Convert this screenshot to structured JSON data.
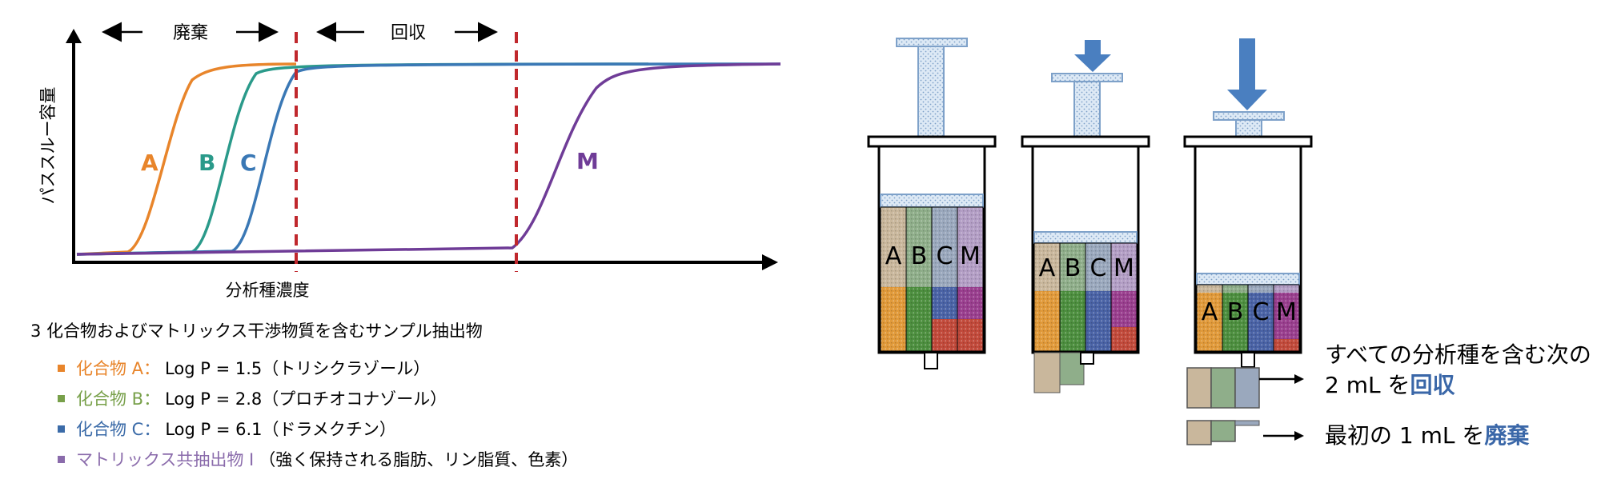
{
  "chart": {
    "ylabel": "パススルー容量",
    "xlabel": "分析種濃度",
    "region_discard": "廃棄",
    "region_recover": "回収",
    "arrow_left": "←",
    "arrow_right": "→",
    "curve_labels": {
      "a": "A",
      "b": "B",
      "c": "C",
      "m": "M"
    },
    "colors": {
      "a": "#e8852b",
      "b": "#2a9a8a",
      "c": "#3a78b5",
      "m": "#6f3c97",
      "cut": "#c0282d"
    }
  },
  "caption": "3 化合物およびマトリックス干渉物質を含むサンプル抽出物",
  "legend": [
    {
      "color": "#e8852b",
      "name": "化合物 A：",
      "detail": "Log P = 1.5（トリシクラゾール）"
    },
    {
      "color": "#78a04a",
      "name": "化合物 B：",
      "detail": "Log P = 2.8（プロチオコナゾール）"
    },
    {
      "color": "#3b6ba8",
      "name": "化合物 C：",
      "detail": "Log P = 6.1（ドラメクチン）"
    },
    {
      "color": "#8a6bab",
      "name": "マトリックス共抽出物 I",
      "detail": "（強く保持される脂肪、リン脂質、色素）"
    }
  ],
  "syringe_labels": [
    "A",
    "B",
    "C",
    "M"
  ],
  "output": {
    "recover_line1": "すべての分析種を含む次の",
    "recover_line2_pre": "2 mL を",
    "recover_line2_bold": "回収",
    "discard_pre": "最初の 1 mL を",
    "discard_bold": "廃棄"
  }
}
